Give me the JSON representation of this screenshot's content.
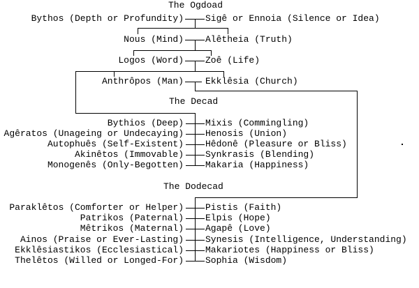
{
  "diagram": {
    "kind": "gnostic-aeon-genealogy",
    "colors": {
      "ink": "#000000",
      "background": "#ffffff"
    },
    "sections": [
      {
        "title": "The Ogdoad",
        "pairs": [
          {
            "left": "Bythos (Depth or Profundity)",
            "right": "Sigê or Ennoia (Silence or Idea)"
          },
          {
            "left": "Nous (Mind)",
            "right": "Alêtheia (Truth)"
          },
          {
            "left": "Logos (Word)",
            "right": "Zoê (Life)"
          },
          {
            "left": "Anthrôpos (Man)",
            "right": "Ekklêsia (Church)"
          }
        ]
      },
      {
        "title": "The Decad",
        "pairs": [
          {
            "left": "Bythios (Deep)",
            "right": "Mixis (Commingling)"
          },
          {
            "left": "Agêratos (Unageing or Undecaying)",
            "right": "Henosis (Union)"
          },
          {
            "left": "Autophuês (Self-Existent)",
            "right": "Hêdonê (Pleasure or Bliss)"
          },
          {
            "left": "Akinêtos (Immovable)",
            "right": "Synkrasis (Blending)"
          },
          {
            "left": "Monogenês (Only-Begotten)",
            "right": "Makaria (Happiness)"
          }
        ]
      },
      {
        "title": "The Dodecad",
        "pairs": [
          {
            "left": "Paraklêtos (Comforter or Helper)",
            "right": "Pistis (Faith)"
          },
          {
            "left": "Patrikos (Paternal)",
            "right": "Elpis (Hope)"
          },
          {
            "left": "Mêtrikos (Maternal)",
            "right": "Agapê (Love)"
          },
          {
            "left": "Ainos (Praise or Ever-Lasting)",
            "right": "Synesis (Intelligence, Understanding)"
          },
          {
            "left": "Ekklêsiastikos (Ecclesiastical)",
            "right": "Makariotes (Happiness or Bliss)"
          },
          {
            "left": "Thelêtos (Willed or Longed-For)",
            "right": "Sophia (Wisdom)"
          }
        ]
      }
    ]
  }
}
